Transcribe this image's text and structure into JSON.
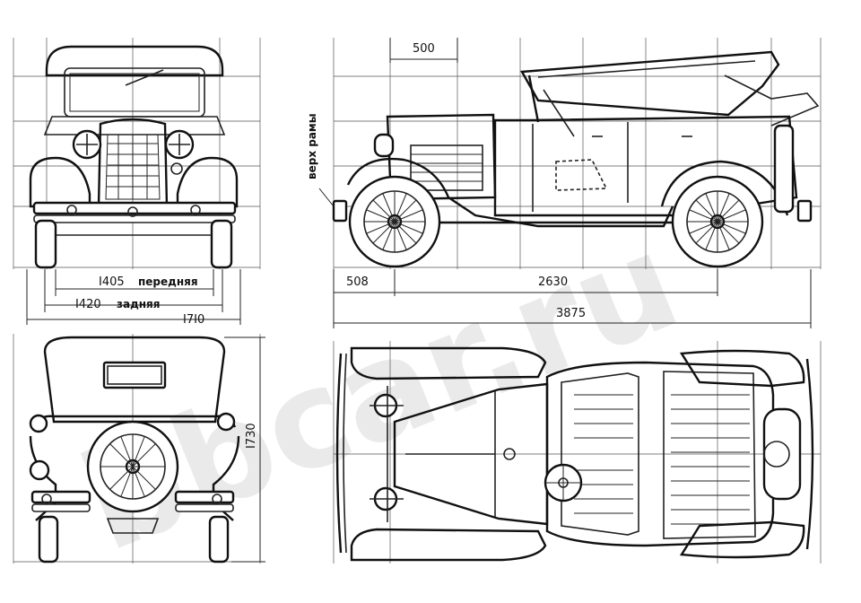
{
  "watermark": "bbcar.ru",
  "dimensions": {
    "top_offset": "500",
    "front_track": "I405",
    "front_track_label": "передняя",
    "rear_track": "I420",
    "rear_track_label": "задняя",
    "overall_width": "I7I0",
    "overall_height": "I730",
    "front_overhang": "508",
    "wheelbase": "2630",
    "overall_length": "3875"
  },
  "annotations": {
    "frame_top": "верх рамы"
  }
}
